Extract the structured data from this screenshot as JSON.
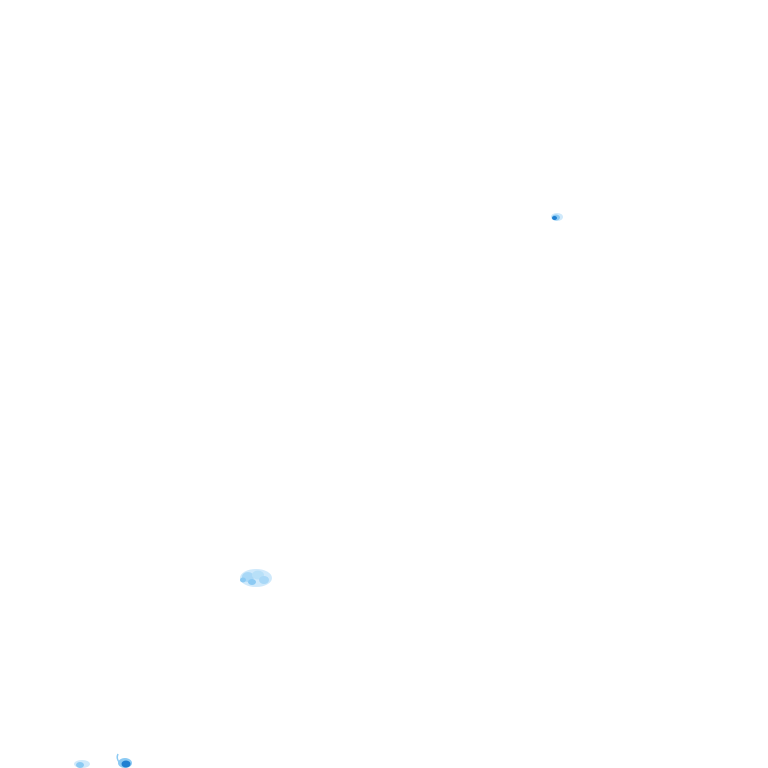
{
  "map": {
    "background_color": "#ffffff",
    "layer": "precipitation-radar-tile",
    "palette": {
      "light": "#cfe9fb",
      "mid": "#8ccaf3",
      "strong": "#4ba7e8",
      "intense": "#1f7fd1"
    },
    "features": [
      {
        "id": "echo-northeast",
        "intensity": "intense",
        "size": "small"
      },
      {
        "id": "echo-center-southwest",
        "intensity": "light",
        "size": "medium"
      },
      {
        "id": "echo-bottom-left-a",
        "intensity": "mid",
        "size": "small"
      },
      {
        "id": "echo-bottom-left-b",
        "intensity": "intense",
        "size": "small"
      }
    ]
  }
}
